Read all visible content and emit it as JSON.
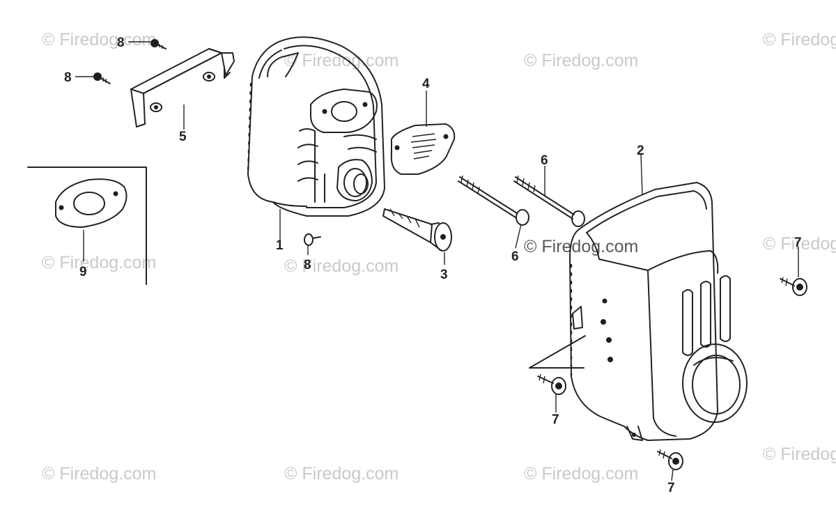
{
  "watermark_text": "© Firedog.com",
  "callouts": {
    "c1": "1",
    "c2": "2",
    "c3": "3",
    "c4": "4",
    "c5": "5",
    "c6a": "6",
    "c6b": "6",
    "c7a": "7",
    "c7b": "7",
    "c7c": "7",
    "c8a": "8",
    "c8b": "8",
    "c8c": "8",
    "c9": "9"
  },
  "colors": {
    "line": "#222222",
    "watermark": "#c9c9c9",
    "background": "#ffffff"
  }
}
